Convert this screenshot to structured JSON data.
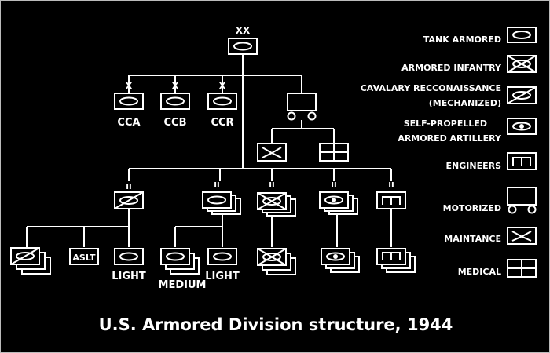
{
  "title": "U.S. Armored Division structure, 1944",
  "echelon": {
    "division": "XX",
    "brigade": "X",
    "battalion": "II"
  },
  "command_labels": [
    "CCA",
    "CCB",
    "CCR"
  ],
  "unit_labels": {
    "aslt": "ASLT",
    "light": "LIGHT",
    "medium": "MEDIUM"
  },
  "legend": [
    {
      "label": "TANK ARMORED",
      "icon": "tank-armored-icon"
    },
    {
      "label": "ARMORED INFANTRY",
      "icon": "armored-infantry-icon"
    },
    {
      "label": "CAVALARY RECCONAISSANCE",
      "label2": "(MECHANIZED)",
      "icon": "cavalry-reconnaissance-icon"
    },
    {
      "label": "SELF-PROPELLED",
      "label2": "ARMORED ARTILLERY",
      "icon": "self-propelled-artillery-icon"
    },
    {
      "label": "ENGINEERS",
      "icon": "engineers-icon"
    },
    {
      "label": "MOTORIZED",
      "icon": "motorized-icon"
    },
    {
      "label": "MAINTANCE",
      "icon": "maintenance-icon"
    },
    {
      "label": "MEDICAL",
      "icon": "medical-icon"
    }
  ]
}
